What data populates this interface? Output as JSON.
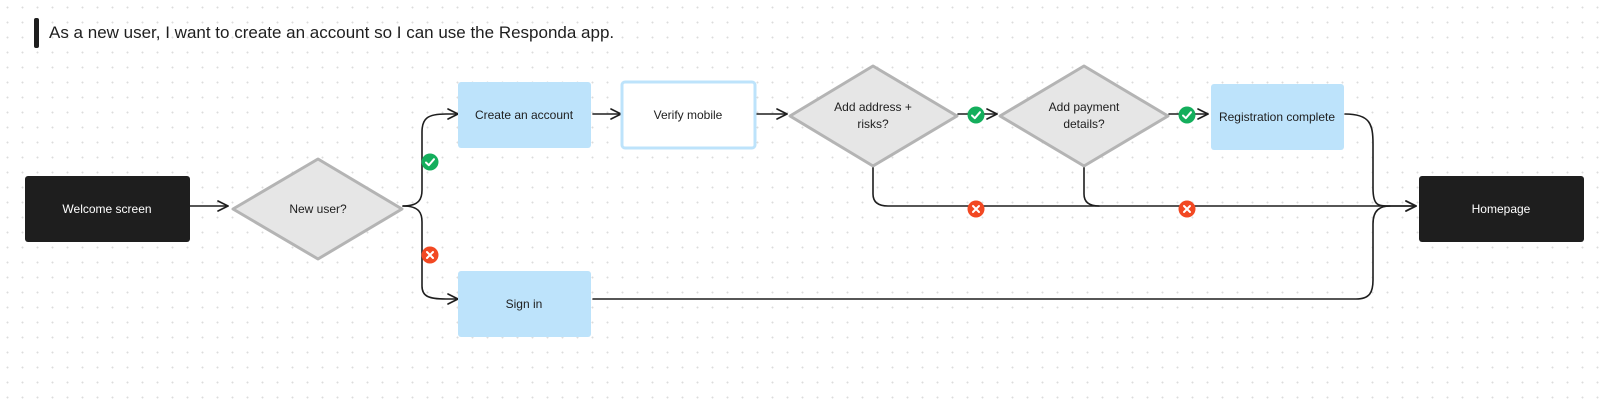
{
  "header": {
    "title": "As a new user, I want to create an account so I can use the Responda app."
  },
  "nodes": {
    "welcome": "Welcome screen",
    "new_user": "New user?",
    "create_account": "Create an account",
    "verify_mobile": "Verify mobile",
    "add_address": [
      "Add address +",
      "risks?"
    ],
    "add_payment": [
      "Add payment",
      "details?"
    ],
    "registration_complete": "Registration complete",
    "sign_in": "Sign in",
    "homepage": "Homepage"
  },
  "colors": {
    "dark_node": "#1e1e1e",
    "blue_node": "#bde3fb",
    "blue_outline": "#bde3fb",
    "decision_fill": "#e6e6e6",
    "decision_stroke": "#b4b4b4",
    "yes_badge": "#14ae5c",
    "no_badge": "#f24822"
  },
  "icons": {
    "yes": "check-circle-icon",
    "no": "x-circle-icon"
  }
}
